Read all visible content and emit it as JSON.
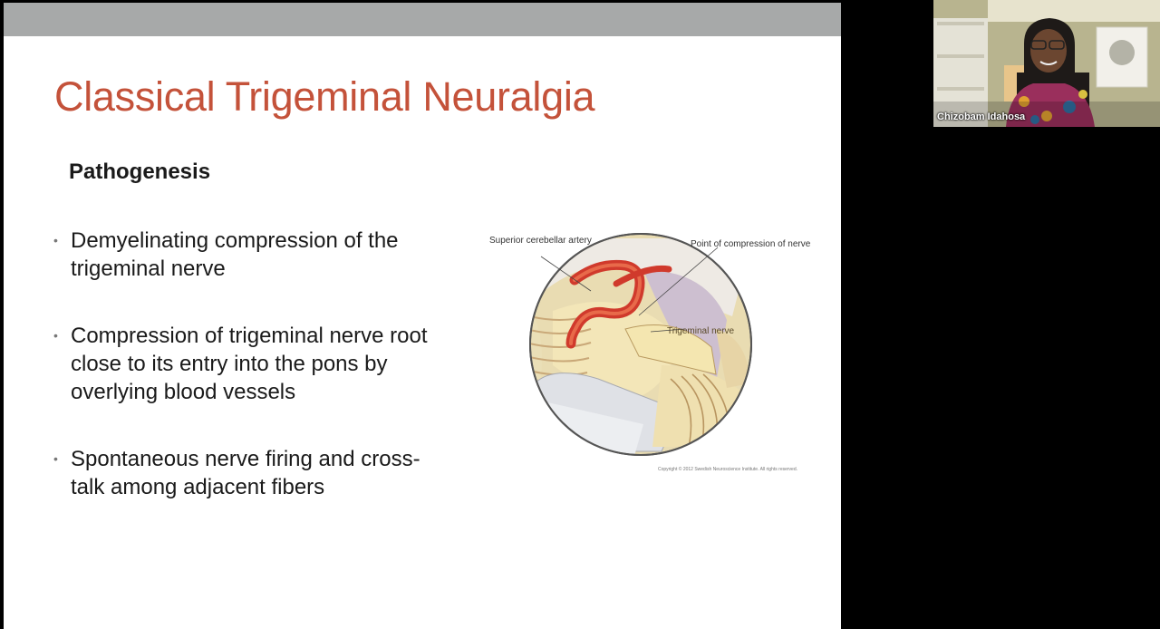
{
  "slide": {
    "title": "Classical Trigeminal Neuralgia",
    "subtitle": "Pathogenesis",
    "bullet_marker": "•",
    "bullets": [
      "Demyelinating compression of the trigeminal nerve",
      "Compression of trigeminal nerve root close to its entry into the pons by overlying blood vessels",
      "Spontaneous nerve firing and cross-talk among adjacent fibers"
    ],
    "title_color": "#c4523a"
  },
  "figure": {
    "label_superior_cerebellar_artery": "Superior cerebellar artery",
    "label_point_of_compression": "Point of compression of nerve",
    "label_trigeminal_nerve": "Trigeminal nerve",
    "copyright": "Copyright © 2012 Swedish Neuroscience Institute. All rights reserved."
  },
  "video": {
    "participant_name": "Chizobam Idahosa"
  }
}
